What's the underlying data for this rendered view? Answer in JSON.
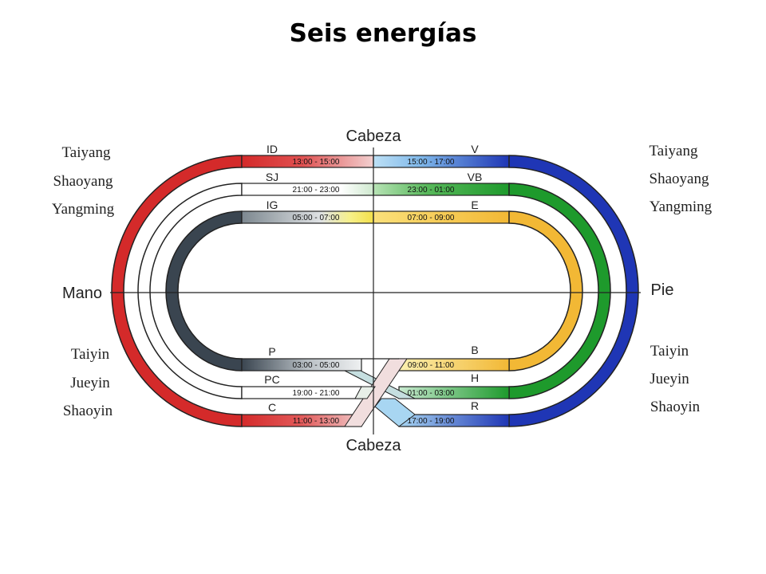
{
  "title": "Seis energías",
  "labels": {
    "top": "Cabeza",
    "bottom": "Cabeza",
    "left": "Mano",
    "right": "Pie"
  },
  "side_labels": {
    "left_upper": [
      "Taiyang",
      "Shaoyang",
      "Yangming"
    ],
    "left_lower": [
      "Taiyin",
      "Jueyin",
      "Shaoyin"
    ],
    "right_upper": [
      "Taiyang",
      "Shaoyang",
      "Yangming"
    ],
    "right_lower": [
      "Taiyin",
      "Jueyin",
      "Shaoyin"
    ]
  },
  "channels": {
    "top_left": [
      {
        "code": "ID",
        "time": "13:00 - 15:00"
      },
      {
        "code": "SJ",
        "time": "21:00 - 23:00"
      },
      {
        "code": "IG",
        "time": "05:00 - 07:00"
      }
    ],
    "top_right": [
      {
        "code": "V",
        "time": "15:00 - 17:00"
      },
      {
        "code": "VB",
        "time": "23:00 - 01:00"
      },
      {
        "code": "E",
        "time": "07:00 - 09:00"
      }
    ],
    "bottom_left": [
      {
        "code": "P",
        "time": "03:00 - 05:00"
      },
      {
        "code": "PC",
        "time": "19:00 - 21:00"
      },
      {
        "code": "C",
        "time": "11:00 - 13:00"
      }
    ],
    "bottom_right": [
      {
        "code": "B",
        "time": "09:00 - 11:00"
      },
      {
        "code": "H",
        "time": "01:00 - 03:00"
      },
      {
        "code": "R",
        "time": "17:00 - 19:00"
      }
    ]
  },
  "colors": {
    "red": "#d42a2a",
    "blue": "#1f36b5",
    "green": "#1e9a2c",
    "yellow": "#f2b835",
    "gray": "#3a4550",
    "white_band": "#ffffff",
    "outline": "#222222"
  }
}
